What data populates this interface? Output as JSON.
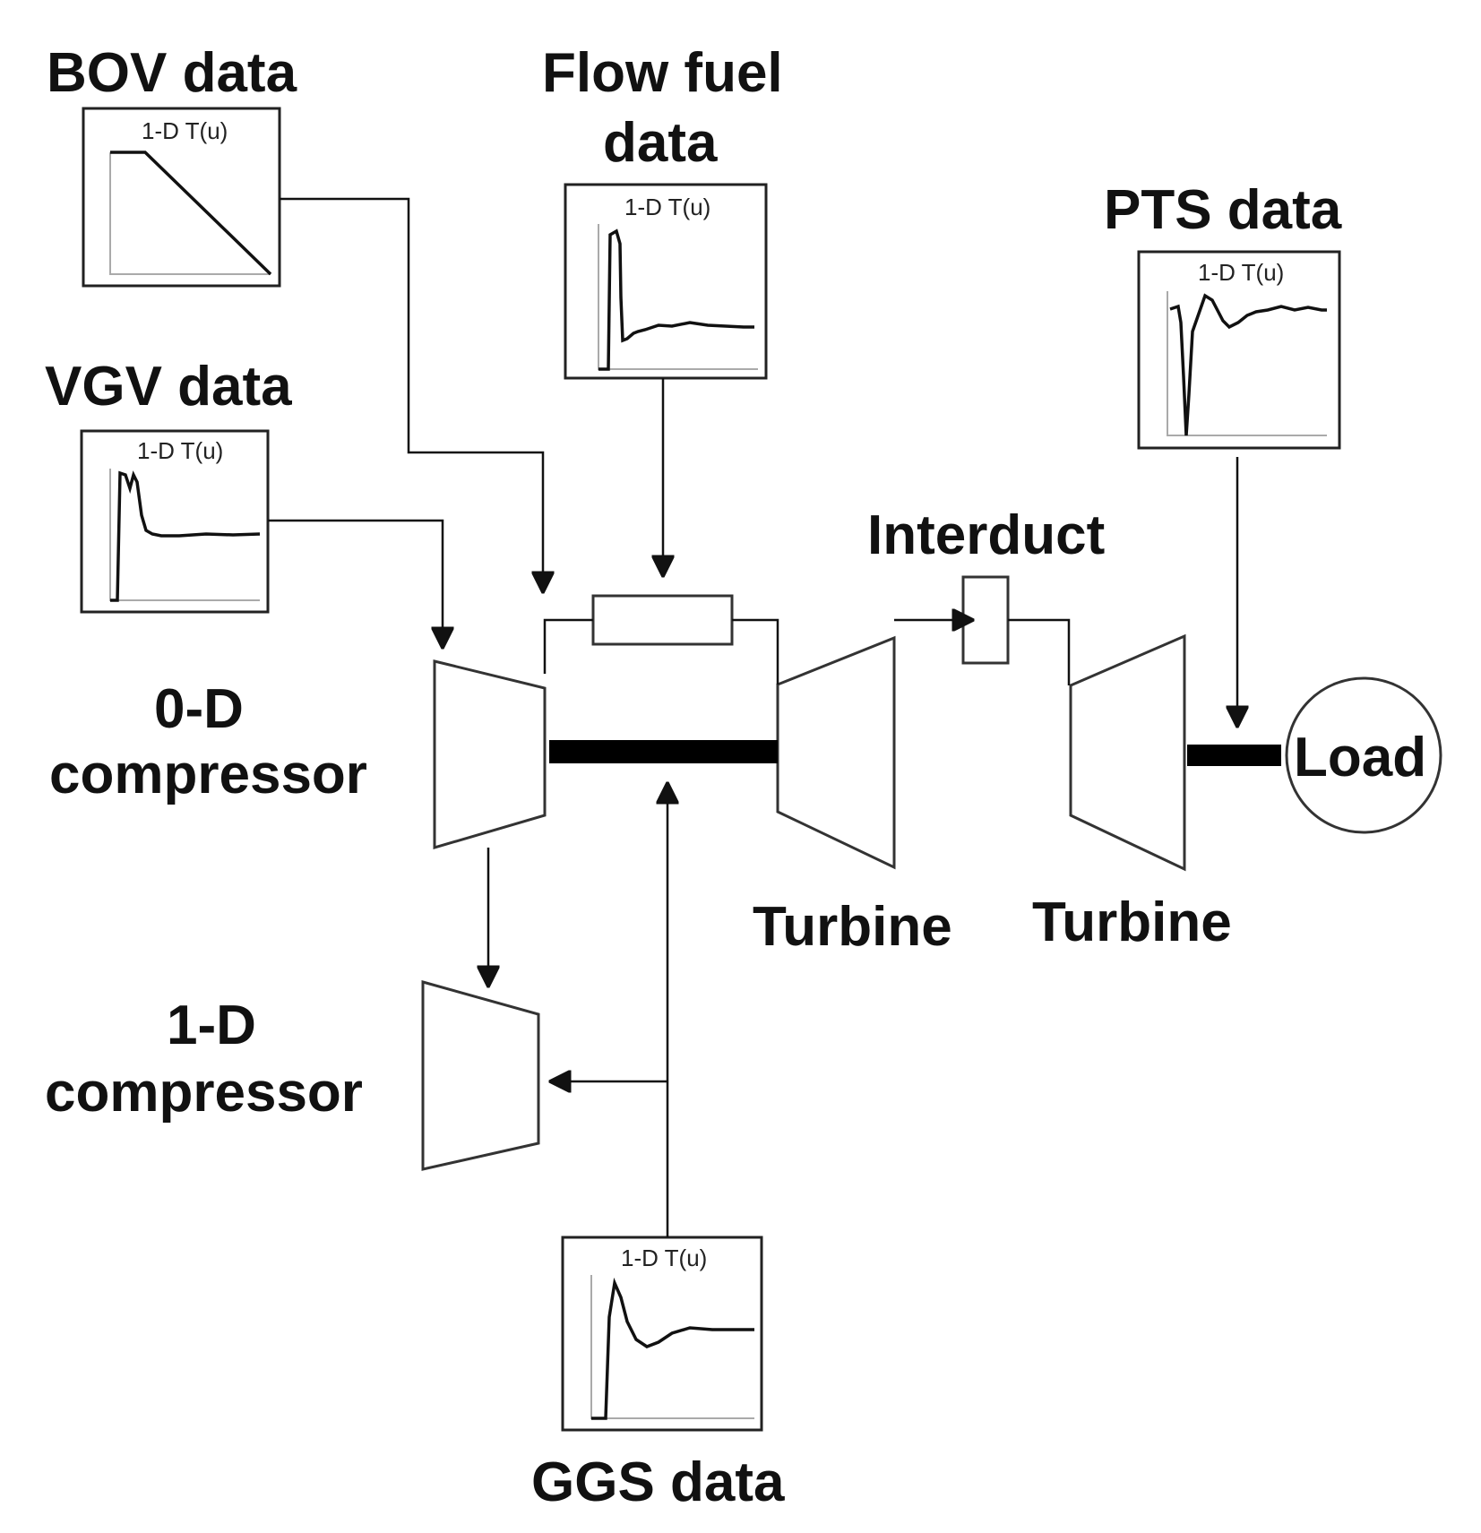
{
  "labels": {
    "bov": "BOV data",
    "flow_fuel_line1": "Flow fuel",
    "flow_fuel_line2": "data",
    "pts": "PTS data",
    "vgv": "VGV data",
    "interduct": "Interduct",
    "compressor_0d_line1": "0-D",
    "compressor_0d_line2": "compressor",
    "compressor_1d_line1": "1-D",
    "compressor_1d_line2": "compressor",
    "turbine_1": "Turbine",
    "turbine_2": "Turbine",
    "load": "Load",
    "ggs": "GGS data"
  },
  "lookup_block_title": "1-D T(u)",
  "lookup_blocks": [
    {
      "id": "bov",
      "title": "1-D T(u)"
    },
    {
      "id": "flow-fuel",
      "title": "1-D T(u)"
    },
    {
      "id": "pts",
      "title": "1-D T(u)"
    },
    {
      "id": "vgv",
      "title": "1-D T(u)"
    },
    {
      "id": "ggs",
      "title": "1-D T(u)"
    }
  ],
  "colors": {
    "line": "#111111",
    "frame": "#222222",
    "axis": "#aaaaaa",
    "background": "#ffffff"
  }
}
